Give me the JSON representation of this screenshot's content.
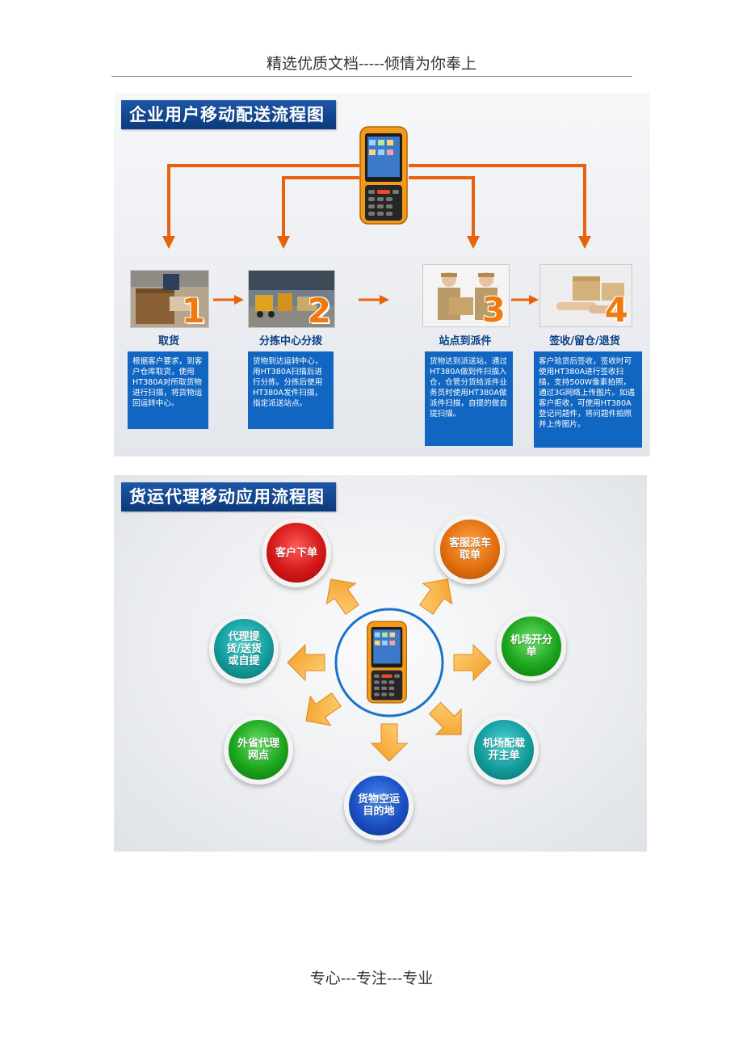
{
  "page": {
    "header": "精选优质文档-----倾情为你奉上",
    "footer": "专心---专注---专业"
  },
  "section1": {
    "title": "企业用户移动配送流程图",
    "steps": [
      {
        "number": "1",
        "name": "取货",
        "desc": "根据客户要求，到客户仓库取货，使用HT380A对所取货物进行扫描，将货物运回运转中心。"
      },
      {
        "number": "2",
        "name": "分拣中心分拨",
        "desc": "货物到达运转中心，用HT380A扫描后进行分拣。分拣后使用HT380A发件扫描，指定派送站点。"
      },
      {
        "number": "3",
        "name": "站点到派件",
        "desc": "货物达到派送站，通过HT380A做到件扫描入仓，仓管分货给派件业务员时使用HT380A做派件扫描，自提的做自提扫描。"
      },
      {
        "number": "4",
        "name": "签收/留仓/退货",
        "desc": "客户验货后签收，签收时可使用HT380A进行签收扫描，支持500W像素拍照，通过3G网络上传图片。如遇客户拒收，可使用HT380A登记问题件，将问题件拍照并上传图片。"
      }
    ]
  },
  "section2": {
    "title": "货运代理移动应用流程图",
    "nodes": [
      {
        "label": "客户下单",
        "color": "red"
      },
      {
        "label": "客服派车取单",
        "color": "orange"
      },
      {
        "label": "机场开分单",
        "color": "green"
      },
      {
        "label": "机场配载开主单",
        "color": "teal"
      },
      {
        "label": "货物空运目的地",
        "color": "blue"
      },
      {
        "label": "外省代理网点",
        "color": "green"
      },
      {
        "label": "代理提货/送货或自提",
        "color": "teal"
      }
    ]
  },
  "colors": {
    "title_bg": "#0b3a7c",
    "arrow_orange": "#e8620c",
    "desc_bg": "#1166c1",
    "device_orange": "#f39a1a"
  }
}
